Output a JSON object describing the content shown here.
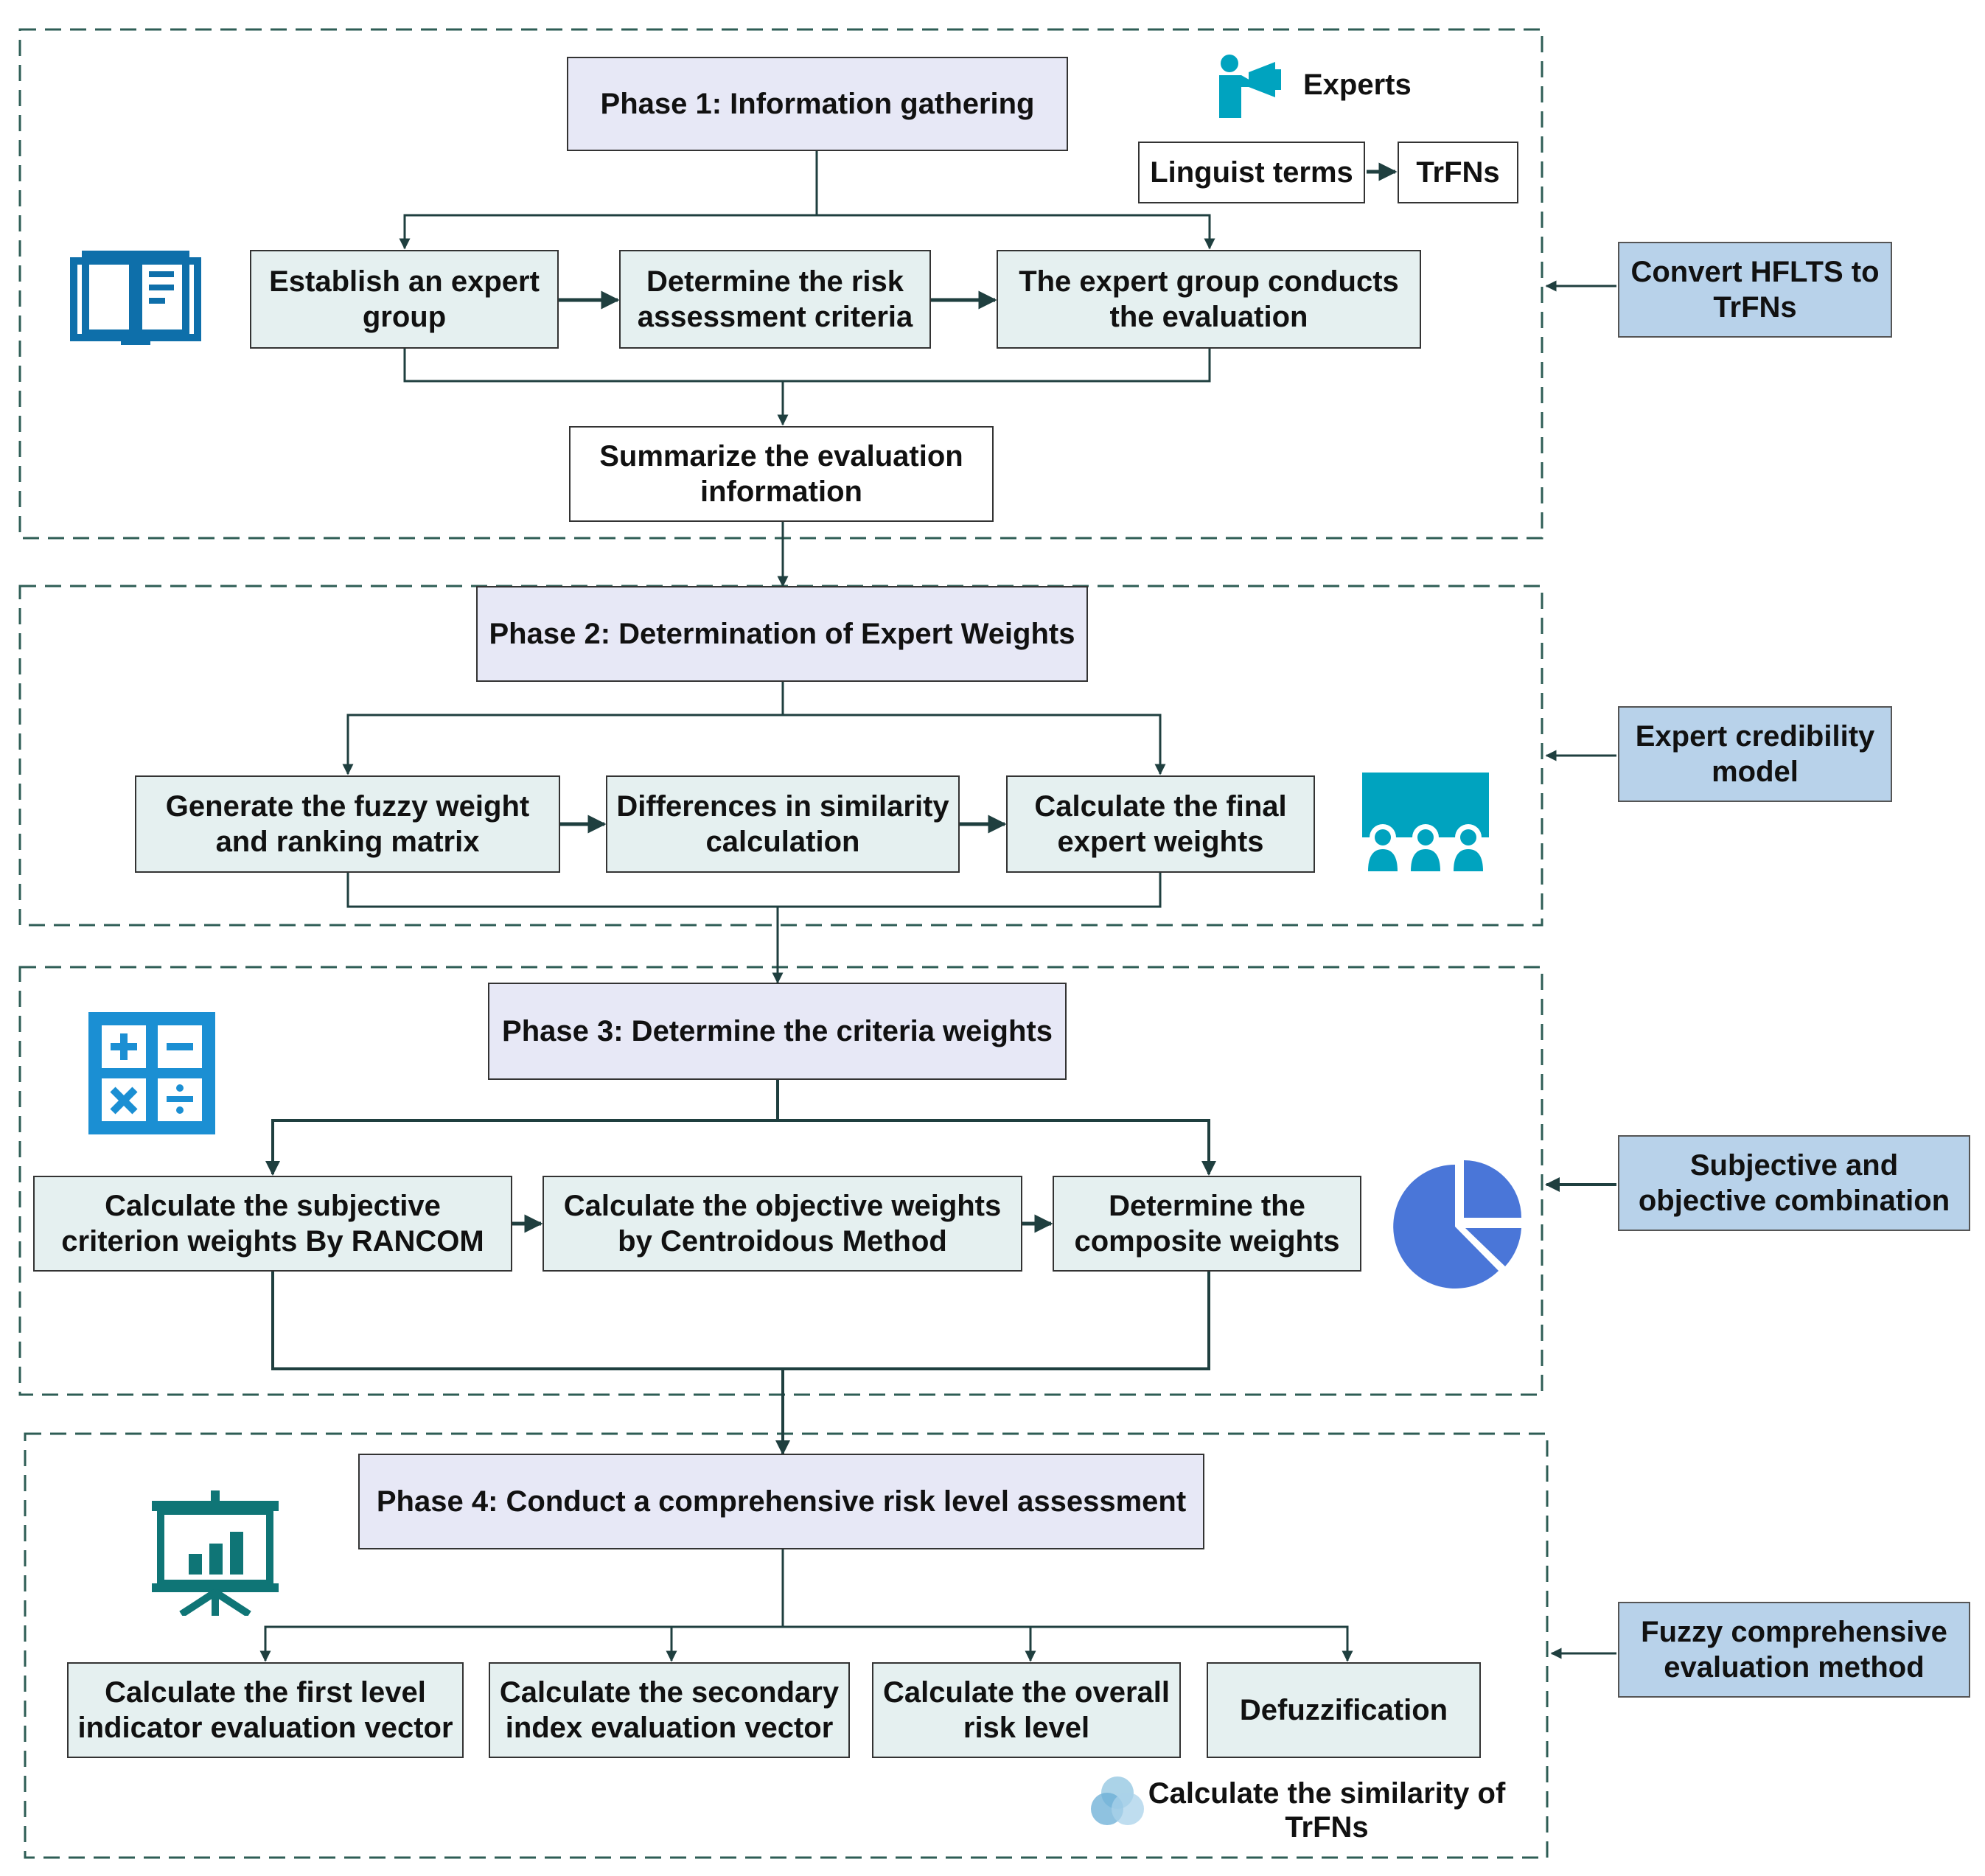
{
  "phases": {
    "p1": "Phase 1: Information gathering",
    "p2": "Phase 2: Determination of Expert Weights",
    "p3": "Phase 3: Determine the criteria weights",
    "p4": "Phase 4: Conduct a comprehensive risk level assessment"
  },
  "phase1": {
    "experts": "Experts",
    "linguist": "Linguist terms",
    "trfns": "TrFNs",
    "step1_l1": "Establish an expert",
    "step1_l2": "group",
    "step2_l1": "Determine the risk",
    "step2_l2": "assessment criteria",
    "step3_l1": "The expert group conducts",
    "step3_l2": "the evaluation",
    "summary_l1": "Summarize the evaluation",
    "summary_l2": "information"
  },
  "phase2": {
    "step1_l1": "Generate the fuzzy weight",
    "step1_l2": "and ranking matrix",
    "step2_l1": "Differences in similarity",
    "step2_l2": "calculation",
    "step3_l1": "Calculate the final",
    "step3_l2": "expert weights"
  },
  "phase3": {
    "step1_l1": "Calculate the subjective",
    "step1_l2": "criterion weights By RANCOM",
    "step2_l1": "Calculate  the objective  weights",
    "step2_l2": "by Centroidous Method",
    "step3_l1": "Determine the",
    "step3_l2": "composite weights"
  },
  "phase4": {
    "step1_l1": "Calculate the first level",
    "step1_l2": "indicator evaluation vector",
    "step2_l1": "Calculate the secondary",
    "step2_l2": "index evaluation vector",
    "step3_l1": "Calculate the overall",
    "step3_l2": "risk level",
    "step4": "Defuzzification",
    "similarity_l1": "Calculate the similarity of",
    "similarity_l2": "TrFNs"
  },
  "side": {
    "s1_l1": "Convert HFLTS to",
    "s1_l2": "TrFNs",
    "s2_l1": "Expert credibility",
    "s2_l2": "model",
    "s3_l1": "Subjective and",
    "s3_l2": "objective combination",
    "s4_l1": "Fuzzy comprehensive",
    "s4_l2": "evaluation method"
  },
  "icons": [
    "speaker-expert-icon",
    "book-icon",
    "meeting-icon",
    "calculator-icon",
    "pie-chart-icon",
    "presentation-board-icon",
    "venn-icon"
  ],
  "colors": {
    "line": "#1f3f3f",
    "dashed": "#2e5d55",
    "teal_icon": "#00a3bf",
    "book_blue": "#0e6faa",
    "calc_blue": "#1b8fd3",
    "pie_blue": "#4a76d8",
    "board_teal": "#0f7576",
    "side_fill": "#b8d2ea",
    "phase_fill": "#e7e8f6",
    "step_fill": "#e5f0f0"
  }
}
